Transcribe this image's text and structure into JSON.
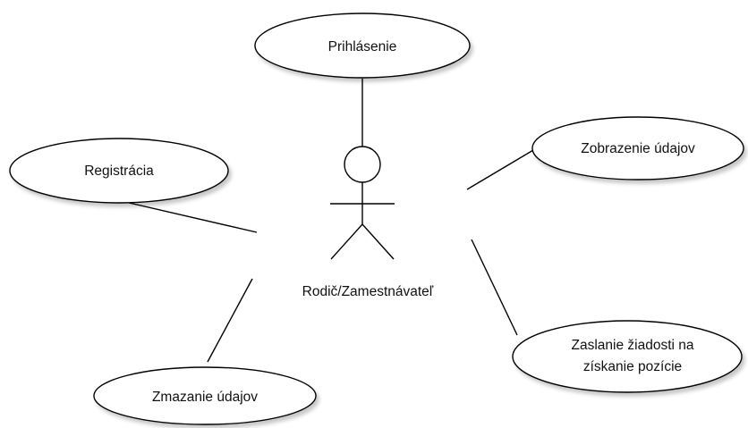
{
  "actor": {
    "name": "Rodič/Zamestnávateľ"
  },
  "use_cases": {
    "login": {
      "label": "Prihlásenie"
    },
    "register": {
      "label": "Registrácia"
    },
    "view_data": {
      "label": "Zobrazenie údajov"
    },
    "send_request": {
      "line1": "Zaslanie žiadosti na",
      "line2": "získanie pozície"
    },
    "delete_data": {
      "label": "Zmazanie údajov"
    }
  }
}
